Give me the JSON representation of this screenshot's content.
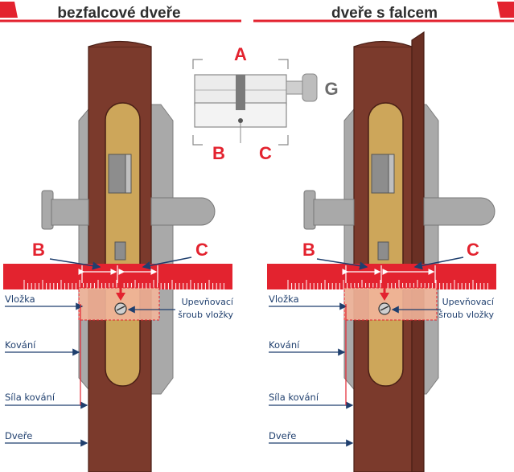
{
  "titles": {
    "left": "bezfalcové dveře",
    "right": "dveře s falcem"
  },
  "cylinder_labels": {
    "a": "A",
    "b": "B",
    "c": "C",
    "g": "G"
  },
  "measure_labels": {
    "b": "B",
    "c": "C"
  },
  "side_labels": {
    "vlozka": "Vložka",
    "kovani": "Kování",
    "sila_kovani": "Síla kování",
    "dvere": "Dveře"
  },
  "screw_label": {
    "line1": "Upevňovací",
    "line2": "šroub vložky"
  },
  "colors": {
    "door": "#7b3a2c",
    "door_edge": "#4a1f16",
    "hardware": "#a9a9a9",
    "hardware_dark": "#8a8a8a",
    "brass": "#cda65a",
    "ruler": "#e3232f",
    "cylinder_highlight": "#f2b59a",
    "title_bar": "#e3232f",
    "label_blue": "#1f3f6e"
  }
}
